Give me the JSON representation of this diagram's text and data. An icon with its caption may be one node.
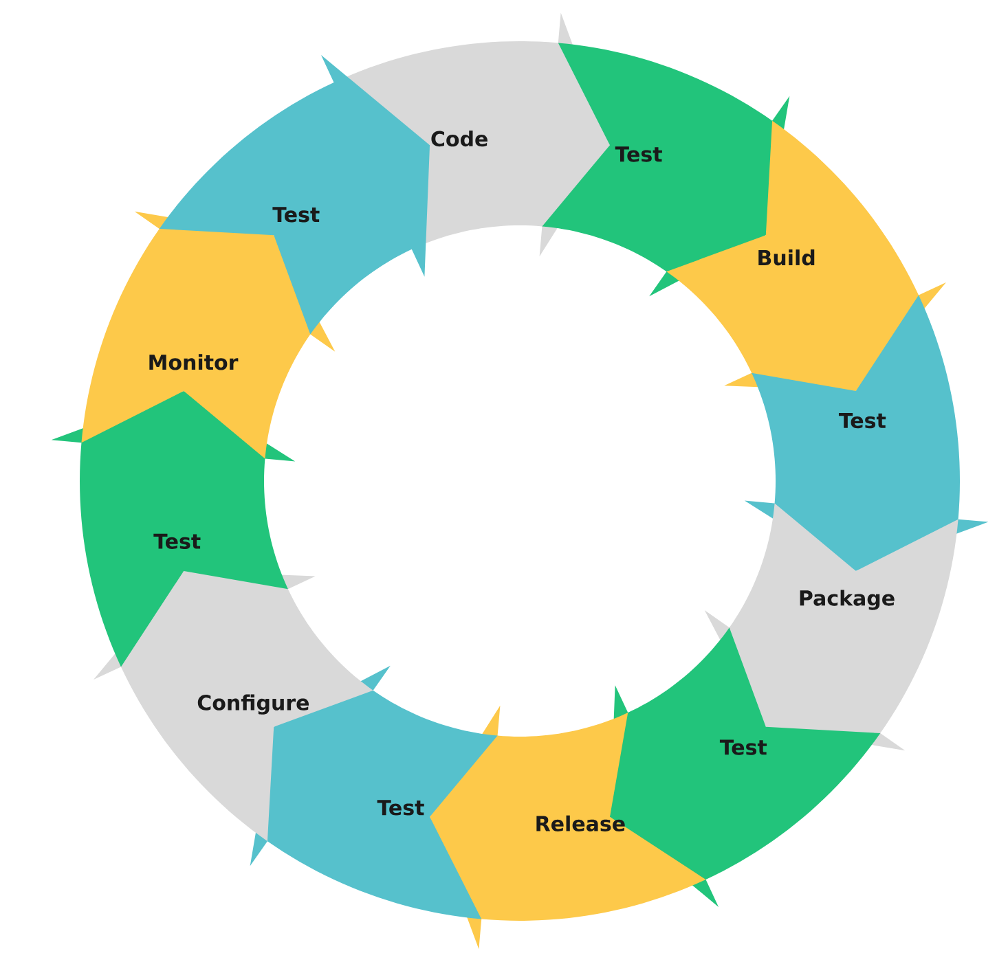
{
  "diagram": {
    "nodes": [
      {
        "text": [
          "Code"
        ]
      },
      {
        "text": [
          "Test"
        ]
      },
      {
        "text": [
          "Build"
        ]
      },
      {
        "text": [
          "Test"
        ]
      },
      {
        "text": [
          "Package"
        ]
      },
      {
        "text": [
          "Test"
        ]
      },
      {
        "text": [
          "Release"
        ]
      },
      {
        "text": [
          "Test"
        ]
      },
      {
        "text": [
          "Configure"
        ]
      },
      {
        "text": [
          "Test"
        ]
      },
      {
        "text": [
          "Monitor"
        ]
      },
      {
        "text": [
          "Test"
        ]
      }
    ]
  }
}
